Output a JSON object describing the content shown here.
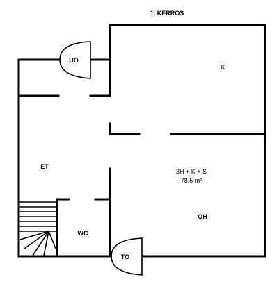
{
  "floor_title": "1. KERROS",
  "rooms": {
    "entrance_door": "UO",
    "kitchen": "K",
    "hall": "ET",
    "summary_line1": "3H + K + S",
    "summary_line2": "78,5 m²",
    "living_room": "OH",
    "wc": "WC",
    "terrace_door": "TO"
  }
}
